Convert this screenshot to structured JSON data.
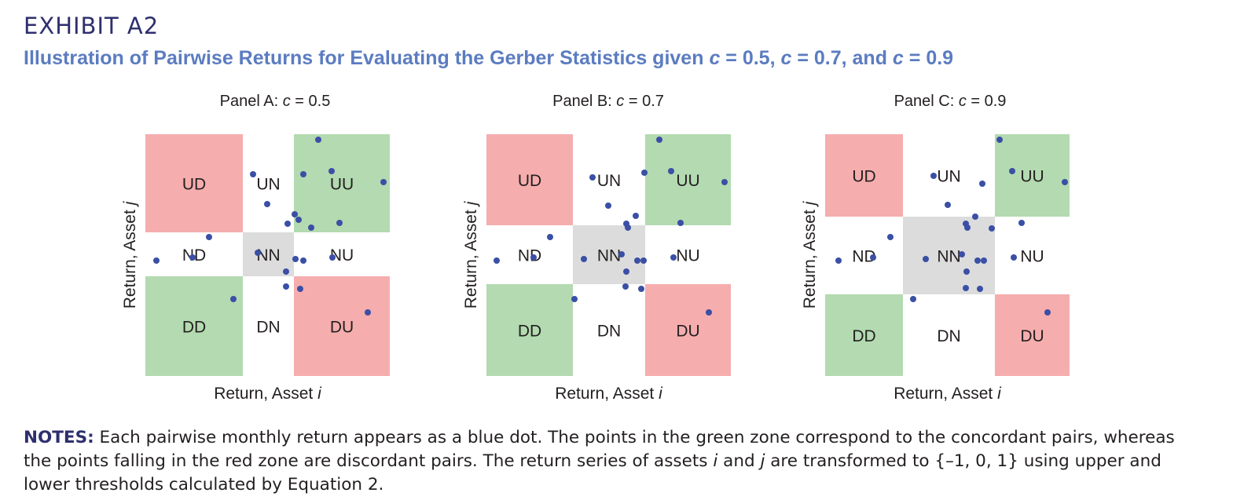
{
  "exhibit": "EXHIBIT A2",
  "subtitle": {
    "text_before": "Illustration of Pairwise Returns for Evaluating the Gerber Statistics given ",
    "c1_var": "c",
    "c1_rest": " = 0.5, ",
    "c2_var": "c",
    "c2_rest": " = 0.7, and ",
    "c3_var": "c",
    "c3_rest": " = 0.9"
  },
  "colors": {
    "green_zone": "#b3dab0",
    "red_zone": "#f6adae",
    "neutral_zone": "#dcdcdc",
    "dot": "#3a4fa5",
    "accent": "#5b7cc0",
    "exhibit": "#2e2f6e"
  },
  "axis_labels": {
    "x_prefix": "Return, Asset ",
    "x_var": "i",
    "y_prefix": "Return, Asset ",
    "y_var": "j"
  },
  "panels": [
    {
      "title_prefix": "Panel A: ",
      "title_var": "c",
      "title_suffix": " = 0.5",
      "zones": [
        "UD",
        "UN",
        "UU",
        "ND",
        "NN",
        "NU",
        "DD",
        "DN",
        "DU"
      ]
    },
    {
      "title_prefix": "Panel B: ",
      "title_var": "c",
      "title_suffix": " = 0.7",
      "zones": [
        "UD",
        "UN",
        "UU",
        "ND",
        "NN",
        "NU",
        "DD",
        "DN",
        "DU"
      ]
    },
    {
      "title_prefix": "Panel C: ",
      "title_var": "c",
      "title_suffix": " = 0.9",
      "zones": [
        "UD",
        "UN",
        "UU",
        "ND",
        "NN",
        "NU",
        "DD",
        "DN",
        "DU"
      ]
    }
  ],
  "notes": {
    "label": "NOTES:",
    "text_1": " Each pairwise monthly return appears as a blue dot. The points in the green zone correspond to the concordant pairs, whereas the points falling in the red zone are discordant pairs. The return series of assets ",
    "var_i": "i",
    "text_2": " and ",
    "var_j": "j",
    "text_3": " are transformed to {–1, 0, 1} using upper and lower thresholds calculated by Equation 2."
  }
}
